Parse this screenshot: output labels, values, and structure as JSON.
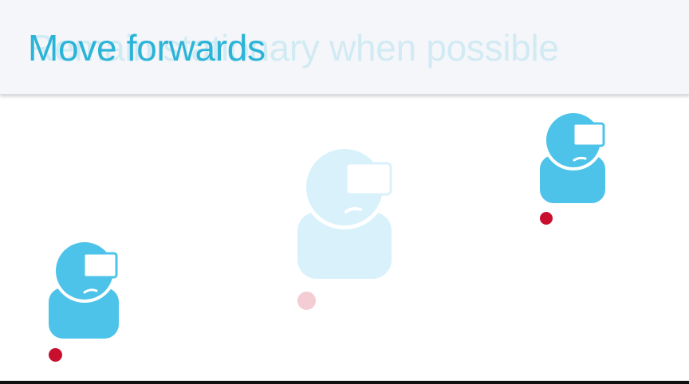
{
  "slide": {
    "title_ghost": "Remain stationary when possible",
    "title": "Move forwards"
  },
  "colors": {
    "accent": "#2bb4d8",
    "figure_fill": "#4dc3ea",
    "figure_faded": "#d8f1fb",
    "marker": "#c8102e",
    "marker_faded": "#f4ccd4"
  },
  "icons": {
    "figure": "person-with-vr-headset-icon",
    "marker": "position-marker-dot"
  }
}
